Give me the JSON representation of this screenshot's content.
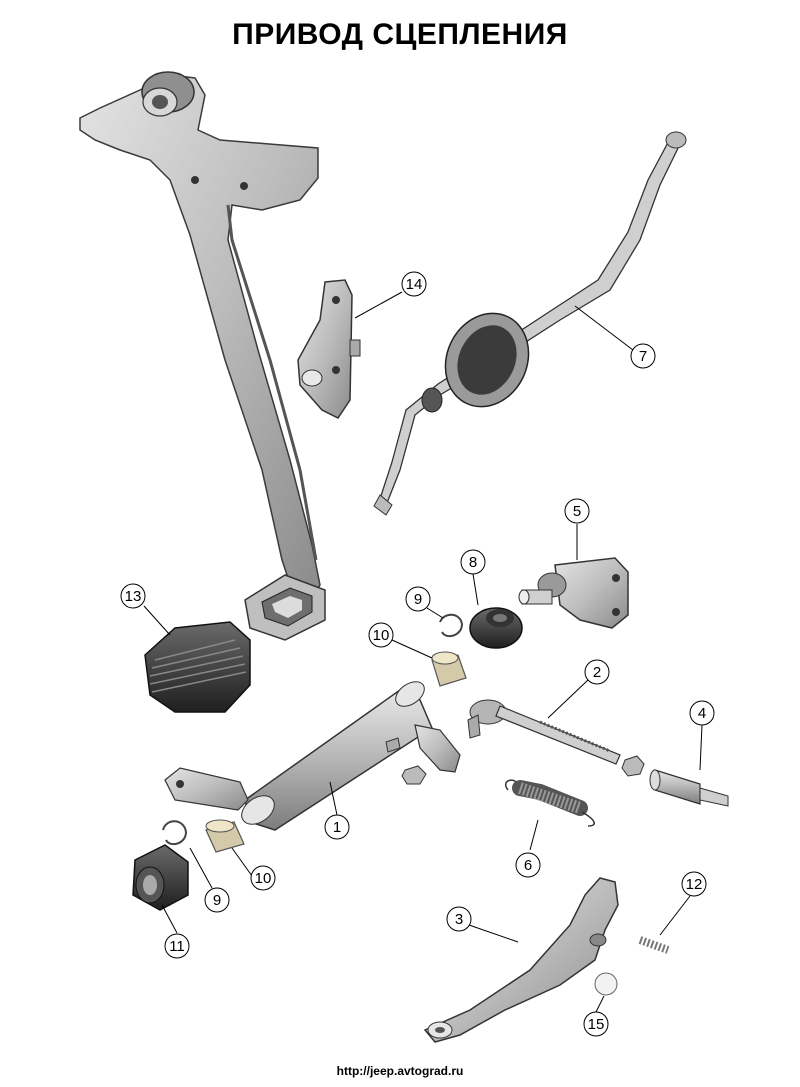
{
  "title": "ПРИВОД СЦЕПЛЕНИЯ",
  "footer_url": "http://jeep.avtograd.ru",
  "colors": {
    "part_fill": "#c9c9c9",
    "part_dark": "#7a7a7a",
    "part_edge": "#3a3a3a",
    "callout": "#000000"
  },
  "callouts": [
    {
      "id": "c1",
      "label": "1"
    },
    {
      "id": "c2",
      "label": "2"
    },
    {
      "id": "c3",
      "label": "3"
    },
    {
      "id": "c4",
      "label": "4"
    },
    {
      "id": "c5",
      "label": "5"
    },
    {
      "id": "c6",
      "label": "6"
    },
    {
      "id": "c7",
      "label": "7"
    },
    {
      "id": "c8",
      "label": "8"
    },
    {
      "id": "c9a",
      "label": "9"
    },
    {
      "id": "c9b",
      "label": "9"
    },
    {
      "id": "c10a",
      "label": "10"
    },
    {
      "id": "c10b",
      "label": "10"
    },
    {
      "id": "c11",
      "label": "11"
    },
    {
      "id": "c12",
      "label": "12"
    },
    {
      "id": "c13",
      "label": "13"
    },
    {
      "id": "c14",
      "label": "14"
    },
    {
      "id": "c15",
      "label": "15"
    }
  ]
}
